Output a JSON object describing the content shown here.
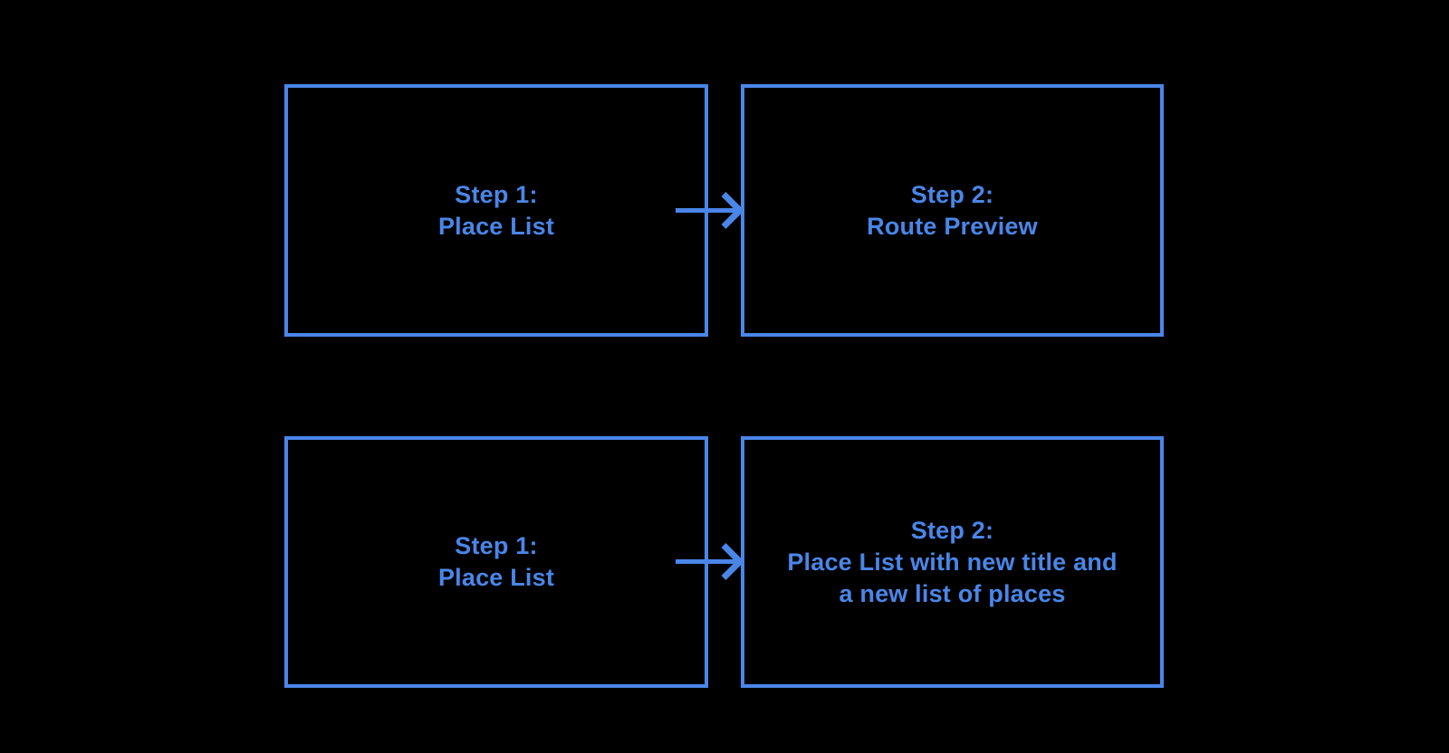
{
  "colors": {
    "accent": "#4a86e8",
    "background": "#000000"
  },
  "diagram": {
    "type": "flow",
    "boxes": [
      {
        "id": "top-left",
        "lines": [
          "Step 1:",
          "Place List"
        ]
      },
      {
        "id": "top-right",
        "lines": [
          "Step 2:",
          "Route Preview"
        ]
      },
      {
        "id": "bottom-left",
        "lines": [
          "Step 1:",
          "Place List"
        ]
      },
      {
        "id": "bottom-right",
        "lines": [
          "Step 2:",
          "Place List with new title and",
          "a new list of places"
        ]
      }
    ],
    "arrows": [
      {
        "row": "top",
        "direction": "right",
        "from": "Step 1: Place List",
        "to": "Step 2: Route Preview"
      },
      {
        "row": "bottom",
        "direction": "right",
        "from": "Step 1: Place List",
        "to": "Step 2: Place List with new title and a new list of places"
      }
    ]
  }
}
